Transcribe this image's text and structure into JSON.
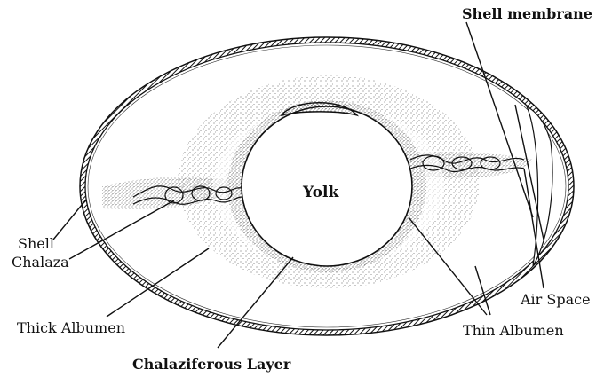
{
  "labels": {
    "shell_membrane": "Shell membrane",
    "shell": "Shell",
    "chalaza": "Chalaza",
    "thick_albumen": "Thick Albumen",
    "chalaziferous_layer": "Chalaziferous Layer",
    "yolk": "Yolk",
    "air_space": "Air Space",
    "thin_albumen": "Thin Albumen"
  }
}
